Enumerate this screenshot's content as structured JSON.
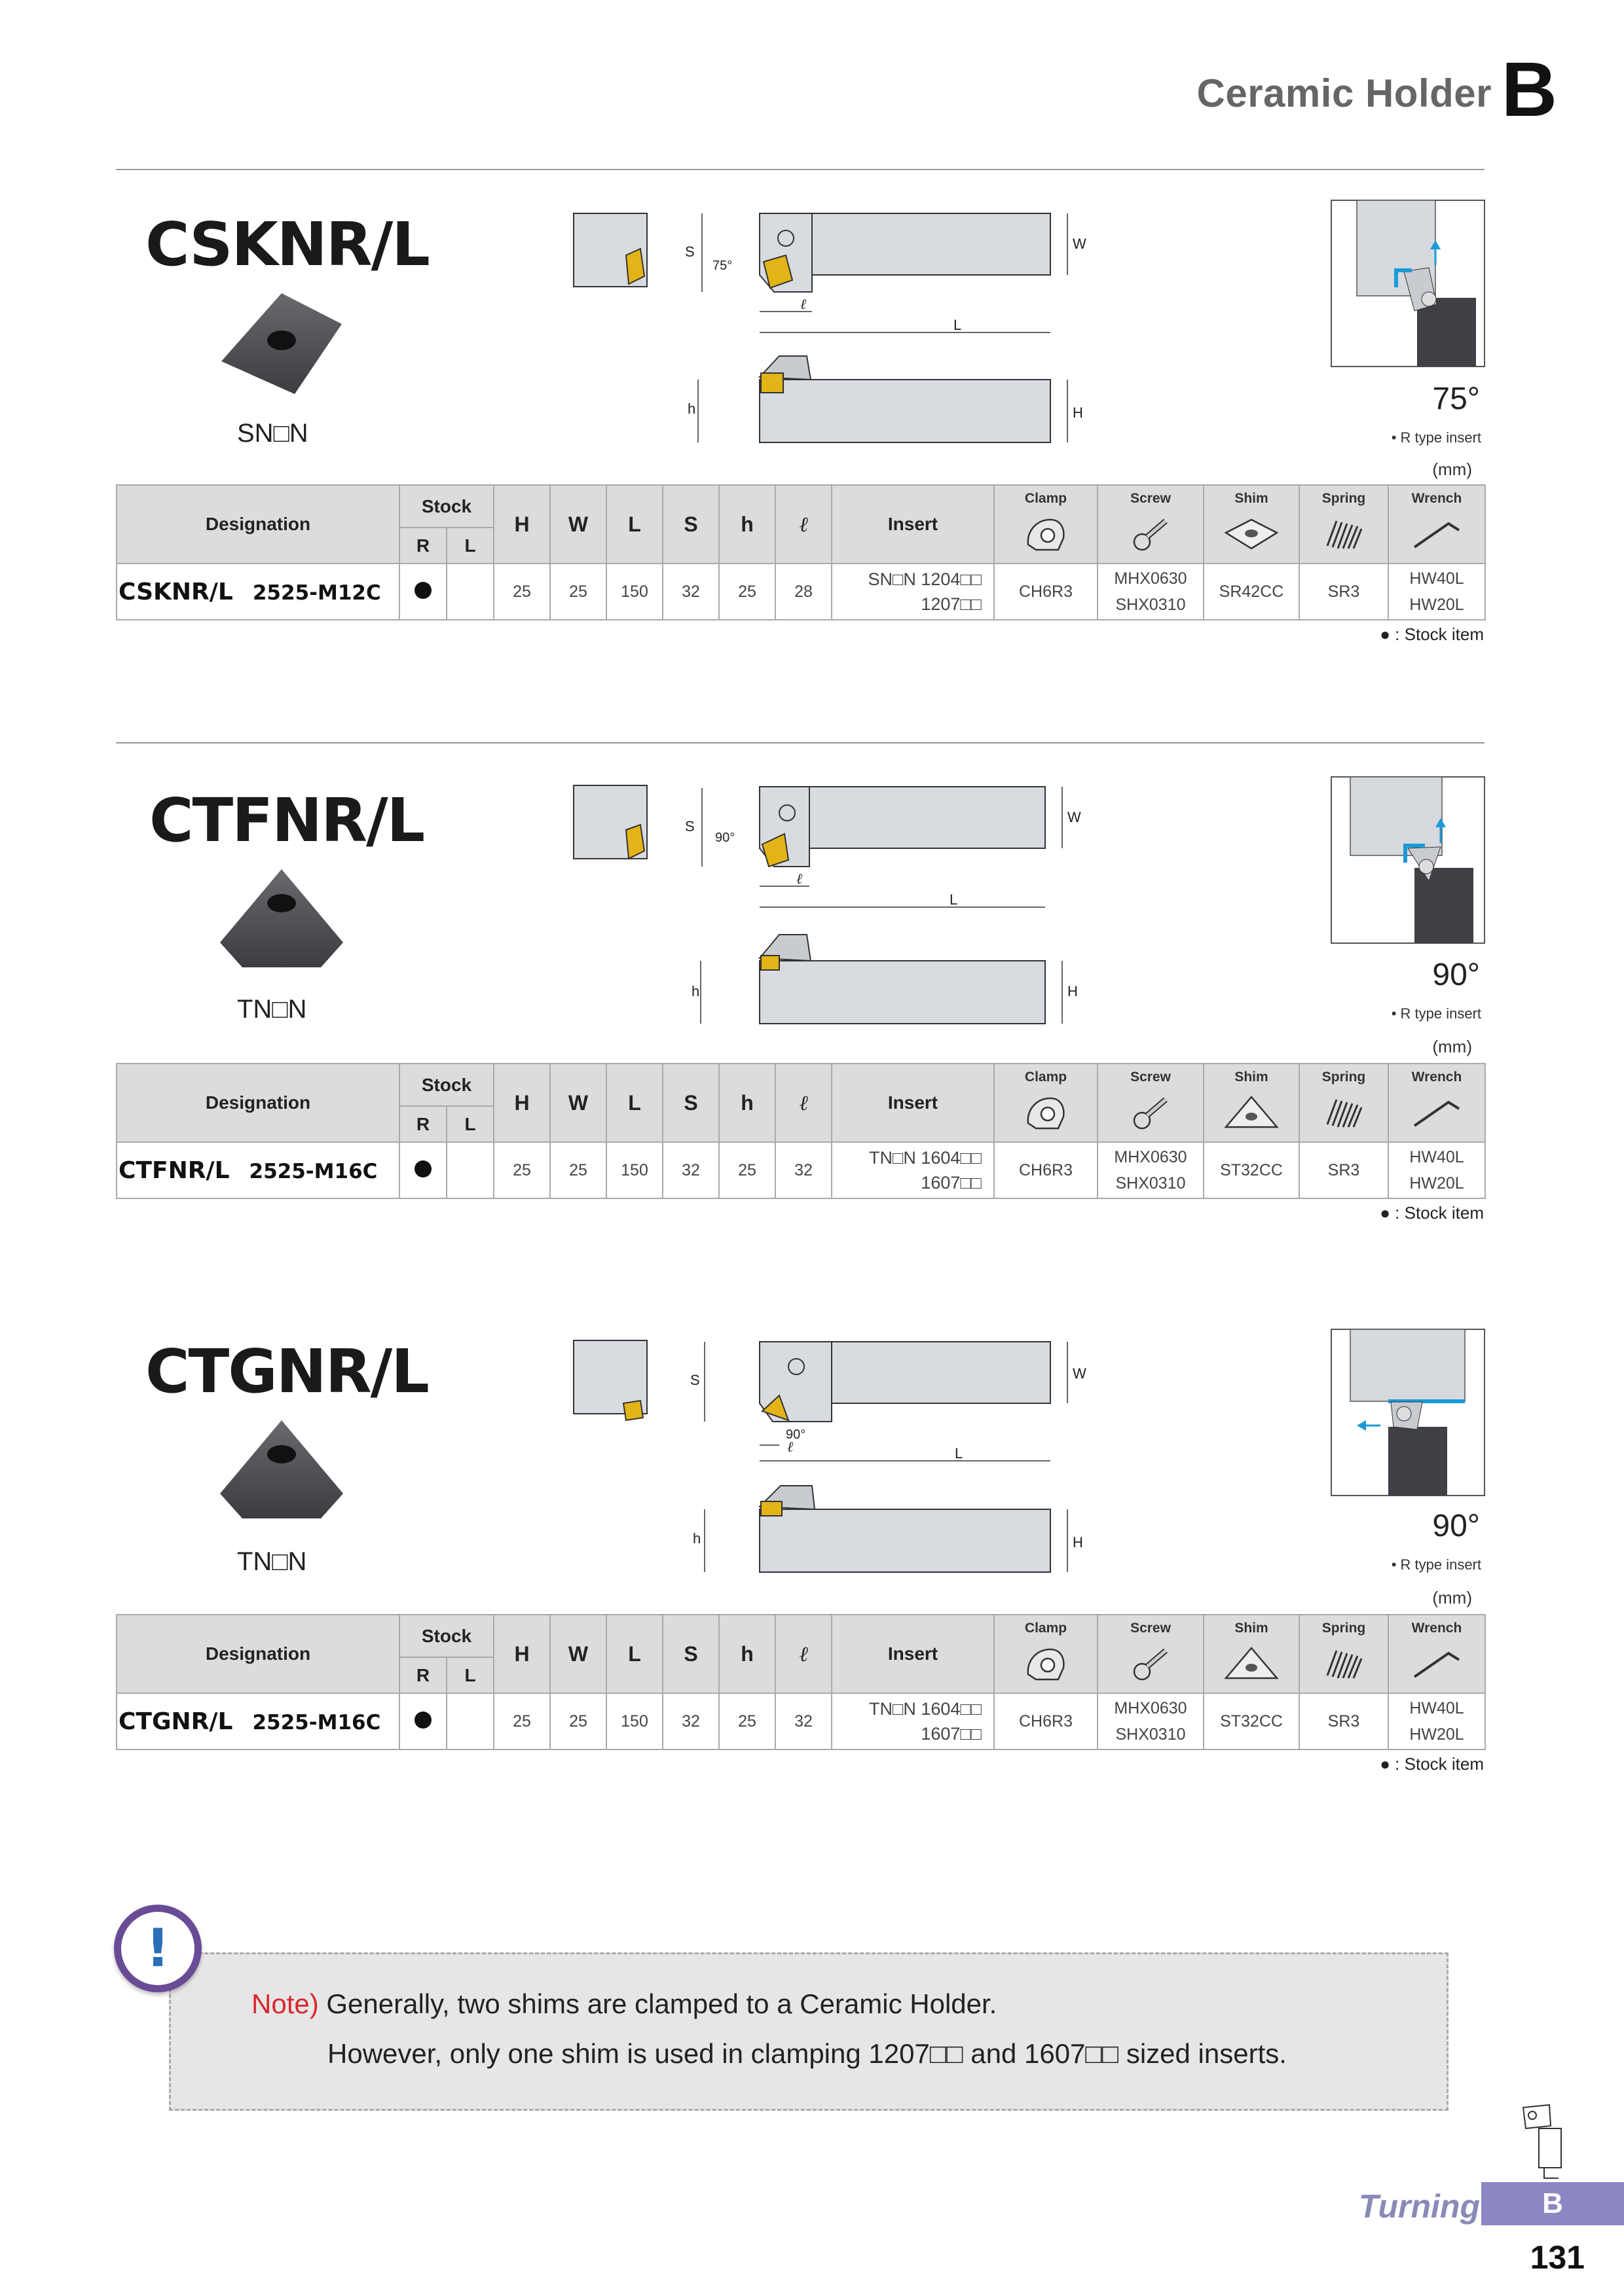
{
  "header": {
    "title": "Ceramic Holder",
    "section_letter": "B"
  },
  "columns": {
    "designation": "Designation",
    "stock": "Stock",
    "R": "R",
    "L": "L",
    "H": "H",
    "W": "W",
    "Lcol": "L",
    "S": "S",
    "h": "h",
    "ell": "ℓ",
    "insert": "Insert",
    "clamp": "Clamp",
    "screw": "Screw",
    "shim": "Shim",
    "spring": "Spring",
    "wrench": "Wrench"
  },
  "unit": "(mm)",
  "rtype": "• R type insert",
  "stock_note": "● : Stock item",
  "products": [
    {
      "name": "CSKNR/L",
      "insert_shape": "SN□N",
      "angle": "75°",
      "drawing": {
        "S": "S",
        "W": "W",
        "L": "L",
        "ell": "ℓ",
        "h": "h",
        "H": "H",
        "ang": "75°"
      },
      "row": {
        "designation": "CSKNR/L",
        "size": "2525-M12C",
        "stock_R": "●",
        "stock_L": "",
        "H": "25",
        "W": "25",
        "L": "150",
        "S": "32",
        "h": "25",
        "ell": "28",
        "insert_1": "SN□N 1204□□",
        "insert_2": "1207□□",
        "clamp": "CH6R3",
        "screw_1": "MHX0630",
        "screw_2": "SHX0310",
        "shim": "SR42CC",
        "spring": "SR3",
        "wrench_1": "HW40L",
        "wrench_2": "HW20L"
      }
    },
    {
      "name": "CTFNR/L",
      "insert_shape": "TN□N",
      "angle": "90°",
      "drawing": {
        "S": "S",
        "W": "W",
        "L": "L",
        "ell": "ℓ",
        "h": "h",
        "H": "H",
        "ang": "90°"
      },
      "row": {
        "designation": "CTFNR/L",
        "size": "2525-M16C",
        "stock_R": "●",
        "stock_L": "",
        "H": "25",
        "W": "25",
        "L": "150",
        "S": "32",
        "h": "25",
        "ell": "32",
        "insert_1": "TN□N 1604□□",
        "insert_2": "1607□□",
        "clamp": "CH6R3",
        "screw_1": "MHX0630",
        "screw_2": "SHX0310",
        "shim": "ST32CC",
        "spring": "SR3",
        "wrench_1": "HW40L",
        "wrench_2": "HW20L"
      }
    },
    {
      "name": "CTGNR/L",
      "insert_shape": "TN□N",
      "angle": "90°",
      "drawing": {
        "S": "S",
        "W": "W",
        "L": "L",
        "ell": "ℓ",
        "h": "h",
        "H": "H",
        "ang": "90°"
      },
      "row": {
        "designation": "CTGNR/L",
        "size": "2525-M16C",
        "stock_R": "●",
        "stock_L": "",
        "H": "25",
        "W": "25",
        "L": "150",
        "S": "32",
        "h": "25",
        "ell": "32",
        "insert_1": "TN□N 1604□□",
        "insert_2": "1607□□",
        "clamp": "CH6R3",
        "screw_1": "MHX0630",
        "screw_2": "SHX0310",
        "shim": "ST32CC",
        "spring": "SR3",
        "wrench_1": "HW40L",
        "wrench_2": "HW20L"
      }
    }
  ],
  "note": {
    "icon": "!",
    "prefix": "Note)",
    "line1": " Generally, two shims are clamped to a Ceramic Holder.",
    "line2": "However, only one shim is used in clamping 1207□□ and 1607□□ sized inserts."
  },
  "footer": {
    "section_name": "Turning",
    "section_tab": "B",
    "page": "131"
  }
}
